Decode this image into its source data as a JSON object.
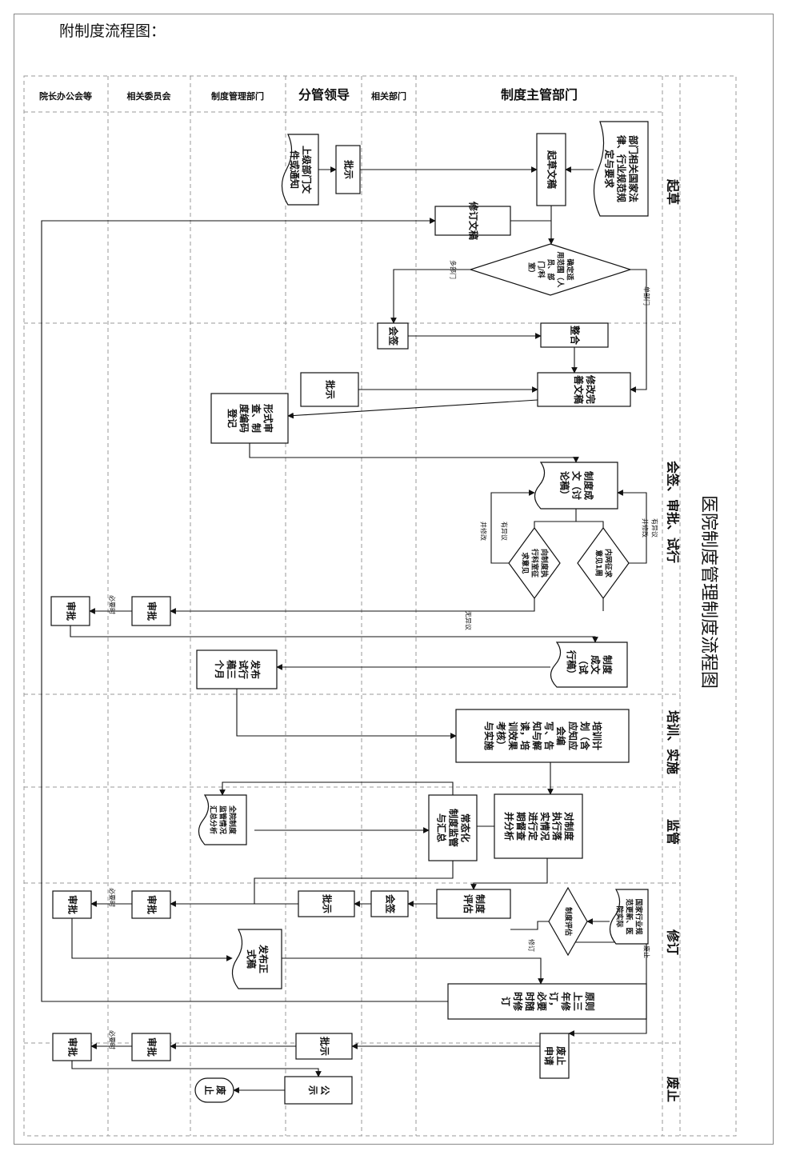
{
  "caption": "附制度流程图：",
  "title": "医院制度管理制度流程图",
  "lanes": [
    {
      "id": "L1",
      "label": "院长办公会等"
    },
    {
      "id": "L2",
      "label": "相关委员会"
    },
    {
      "id": "L3",
      "label": "制度管理部门"
    },
    {
      "id": "L4",
      "label": "分管领导"
    },
    {
      "id": "L5",
      "label": "相关部门"
    },
    {
      "id": "L6",
      "label": "制度主管部门"
    }
  ],
  "phases": [
    {
      "id": "P1",
      "label": "起草"
    },
    {
      "id": "P2",
      "label": "会签、审批、试行"
    },
    {
      "id": "P3",
      "label": "培训、实施"
    },
    {
      "id": "P4",
      "label": "监管"
    },
    {
      "id": "P5",
      "label": "修订"
    },
    {
      "id": "P6",
      "label": "废止"
    }
  ],
  "nodes": [
    {
      "id": "law",
      "shape": "doc",
      "lines": [
        "部门相关国家法",
        "律、行业规范规",
        "定与要求"
      ]
    },
    {
      "id": "draft",
      "shape": "rect",
      "lines": [
        "起草文稿"
      ]
    },
    {
      "id": "upper",
      "shape": "doc",
      "lines": [
        "上级部门文",
        "件或通知"
      ]
    },
    {
      "id": "approve1",
      "shape": "rect",
      "lines": [
        "批示"
      ]
    },
    {
      "id": "revise1",
      "shape": "rect",
      "lines": [
        "修订文稿"
      ]
    },
    {
      "id": "scope",
      "shape": "diamond",
      "lines": [
        "确定适",
        "用范围（人",
        "员、部",
        "门/科",
        "室）"
      ]
    },
    {
      "id": "cosign1",
      "shape": "rect",
      "lines": [
        "会签"
      ]
    },
    {
      "id": "integrate",
      "shape": "rect",
      "lines": [
        "整合"
      ]
    },
    {
      "id": "approve2",
      "shape": "rect",
      "lines": [
        "批示"
      ]
    },
    {
      "id": "perfect",
      "shape": "rect",
      "lines": [
        "修改完",
        "善文稿"
      ]
    },
    {
      "id": "formal",
      "shape": "rect",
      "lines": [
        "形式审",
        "查、制",
        "度编码",
        "登记"
      ]
    },
    {
      "id": "discussdraft",
      "shape": "doc",
      "lines": [
        "制度成",
        "文（讨",
        "论稿）"
      ]
    },
    {
      "id": "internal",
      "shape": "diamond",
      "lines": [
        "内网征求",
        "意见1周"
      ]
    },
    {
      "id": "executor",
      "shape": "diamond",
      "lines": [
        "向制度执",
        "行科室征",
        "求意见"
      ]
    },
    {
      "id": "review2",
      "shape": "rect",
      "lines": [
        "审批"
      ]
    },
    {
      "id": "review1",
      "shape": "rect",
      "lines": [
        "审批"
      ]
    },
    {
      "id": "trialdraft",
      "shape": "doc",
      "lines": [
        "制度",
        "成文",
        "（试",
        "行稿）"
      ]
    },
    {
      "id": "trial3",
      "shape": "rect",
      "lines": [
        "发布",
        "试行",
        "稿三",
        "个月"
      ]
    },
    {
      "id": "training",
      "shape": "rect",
      "lines": [
        "培训计",
        "划（含",
        "应知应",
        "会编",
        "写、告",
        "知与解",
        "读，培",
        "训效果",
        "考核）",
        "与实施"
      ]
    },
    {
      "id": "inspect",
      "shape": "rect",
      "lines": [
        "对制度",
        "执行落",
        "实情况",
        "进行定",
        "期督查",
        "并分析"
      ]
    },
    {
      "id": "normal",
      "shape": "rect",
      "lines": [
        "常态化",
        "制度监管",
        "与汇总"
      ]
    },
    {
      "id": "summary",
      "shape": "doc",
      "lines": [
        "全院制度",
        "监管情况",
        "汇总分析"
      ]
    },
    {
      "id": "nationalnew",
      "shape": "doc",
      "lines": [
        "国家行业规",
        "范更新、医",
        "院实际"
      ]
    },
    {
      "id": "evalrevise",
      "shape": "diamond",
      "lines": [
        "制度评估"
      ]
    },
    {
      "id": "evaluate",
      "shape": "rect",
      "lines": [
        "制度",
        "评估"
      ]
    },
    {
      "id": "cosign2",
      "shape": "rect",
      "lines": [
        "会签"
      ]
    },
    {
      "id": "approve3",
      "shape": "rect",
      "lines": [
        "批示"
      ]
    },
    {
      "id": "review3",
      "shape": "rect",
      "lines": [
        "审批"
      ]
    },
    {
      "id": "review4",
      "shape": "rect",
      "lines": [
        "审批"
      ]
    },
    {
      "id": "officialdraft",
      "shape": "doc",
      "lines": [
        "发布正",
        "式稿"
      ]
    },
    {
      "id": "threeyear",
      "shape": "rect",
      "lines": [
        "原则",
        "上三",
        "年修",
        "订，",
        "必要",
        "时随",
        "时修",
        "订"
      ]
    },
    {
      "id": "abolishapply",
      "shape": "rect",
      "lines": [
        "废止",
        "申请"
      ]
    },
    {
      "id": "approve4",
      "shape": "rect",
      "lines": [
        "批示"
      ]
    },
    {
      "id": "review5",
      "shape": "rect",
      "lines": [
        "审批"
      ]
    },
    {
      "id": "review6",
      "shape": "rect",
      "lines": [
        "审批"
      ]
    },
    {
      "id": "publicize",
      "shape": "rect",
      "lines": [
        "公",
        "示"
      ]
    },
    {
      "id": "abolished",
      "shape": "terminal",
      "lines": [
        "废",
        "止"
      ]
    }
  ],
  "edge_labels": {
    "multi": "多部门",
    "single": "单部门",
    "objection": "有异议",
    "revise_too": "并修改",
    "no_objection": "无异议",
    "when_needed": "必要时",
    "revise": "修订",
    "abolish": "废止"
  }
}
